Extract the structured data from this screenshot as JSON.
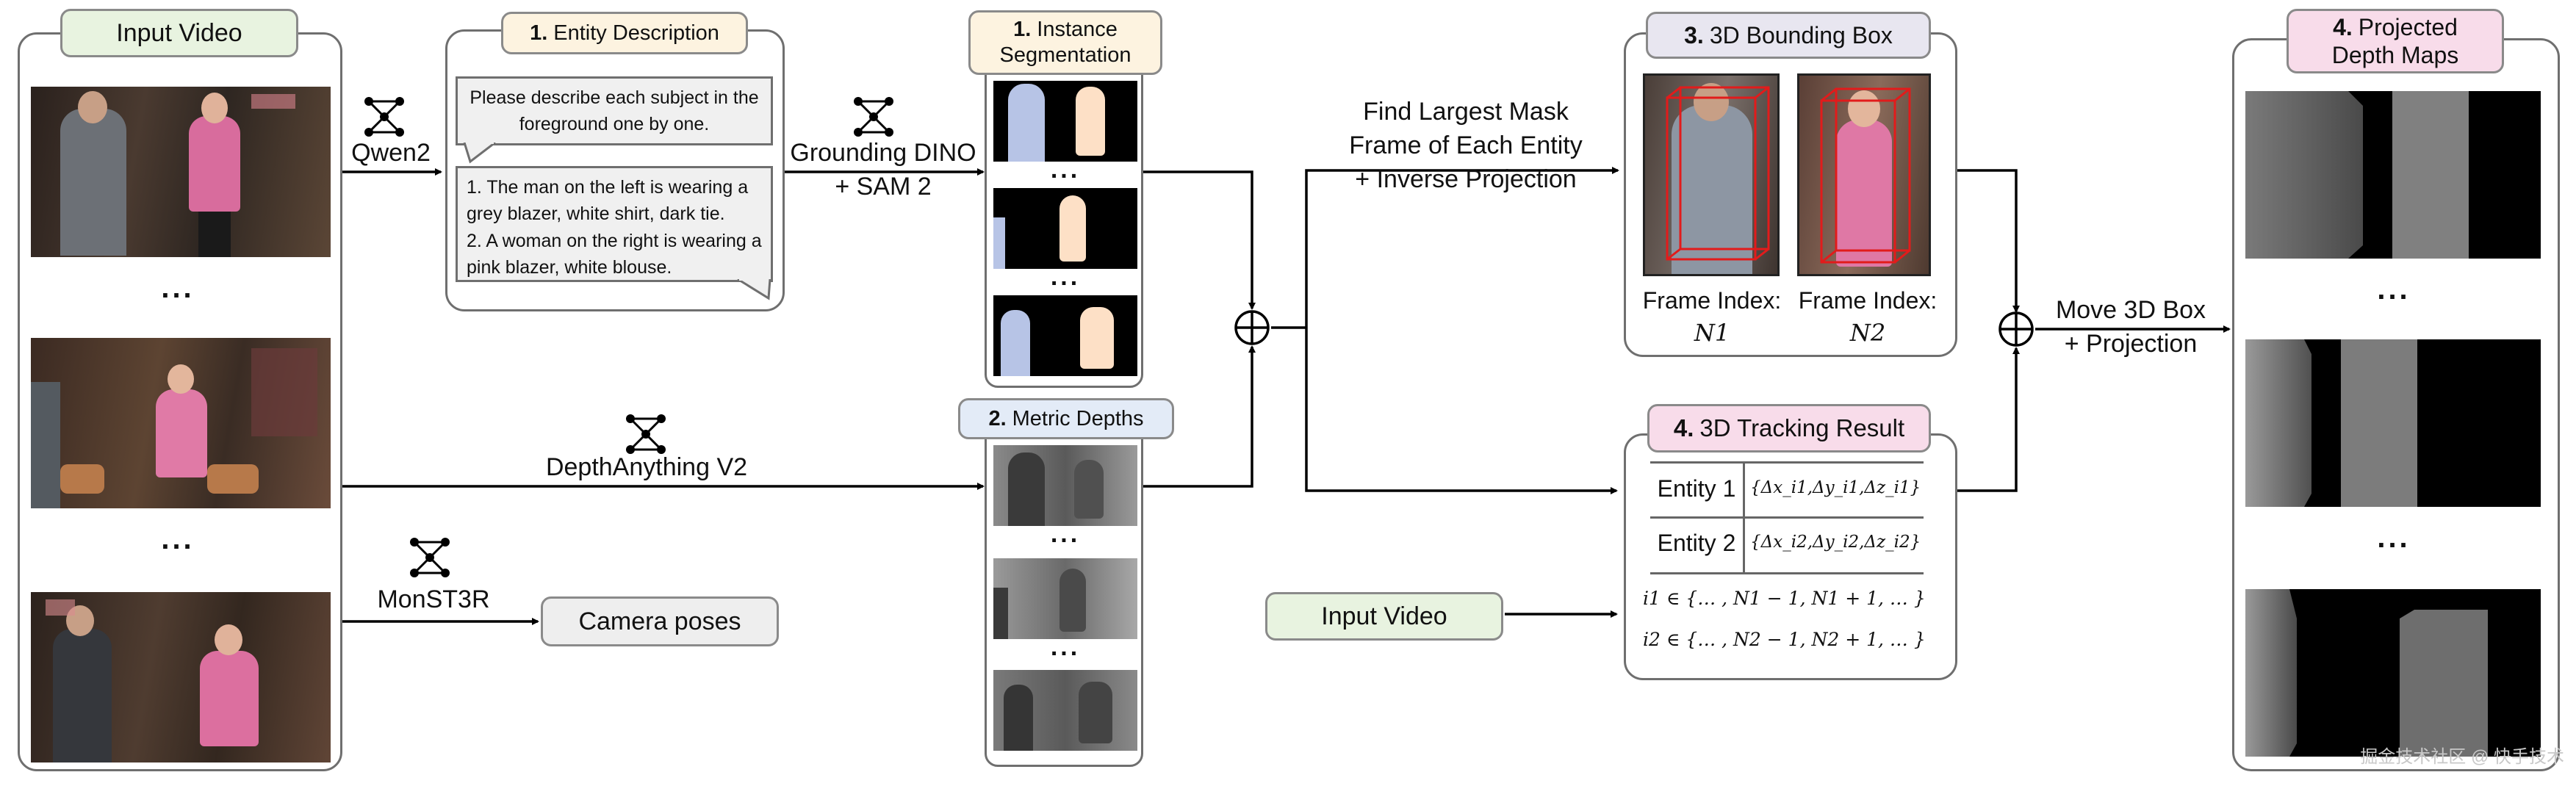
{
  "input_video": {
    "title": "Input Video",
    "dots": "..."
  },
  "entity_description": {
    "num": "1.",
    "title": "Entity Description",
    "prompt": "Please describe each subject in the foreground one by one.",
    "response_1": "1. The man on the left is wearing a grey blazer, white shirt, dark tie.",
    "response_2": "2. A woman on the right is wearing a pink blazer, white blouse."
  },
  "models": {
    "qwen": "Qwen2",
    "grounding": "Grounding DINO\n+ SAM 2",
    "depth": "DepthAnything V2",
    "monst3r": "MonST3R"
  },
  "camera_poses": "Camera poses",
  "instance_segmentation": {
    "num": "1.",
    "title": "Instance\nSegmentation",
    "dots": "..."
  },
  "metric_depths": {
    "num": "2.",
    "title": "Metric Depths",
    "dots": "..."
  },
  "find_mask": "Find Largest Mask\nFrame of Each Entity\n+ Inverse Projection",
  "bbox3d": {
    "num": "3.",
    "title": "3D Bounding Box",
    "frame_label_1": "Frame Index:",
    "frame_var_1": "N1",
    "frame_label_2": "Frame Index:",
    "frame_var_2": "N2"
  },
  "tracking": {
    "num": "4.",
    "title": "3D Tracking Result",
    "entity_1": "Entity 1",
    "formula_1": "{Δx_i1,Δy_i1,Δz_i1}",
    "entity_2": "Entity 2",
    "formula_2": "{Δx_i2,Δy_i2,Δz_i2}",
    "index_1": "i1 ∈ {… , N1 − 1, N1 + 1, … }",
    "index_2": "i2 ∈ {… , N2 − 1, N2 + 1, … }"
  },
  "input_video_box": "Input Video",
  "move_box": "Move 3D Box\n+ Projection",
  "projected": {
    "num": "4.",
    "title": "Projected\nDepth Maps",
    "dots": "..."
  },
  "watermark": "掘金技术社区 @ 快手技术",
  "colors": {
    "green_tag": "#e8f3e0",
    "yellow_tag": "#fdf3e0",
    "blue_tag": "#e3ebf7",
    "purple_tag": "#e8e6f0",
    "pink_tag": "#f8dcea",
    "gray_box": "#eeeeee"
  }
}
